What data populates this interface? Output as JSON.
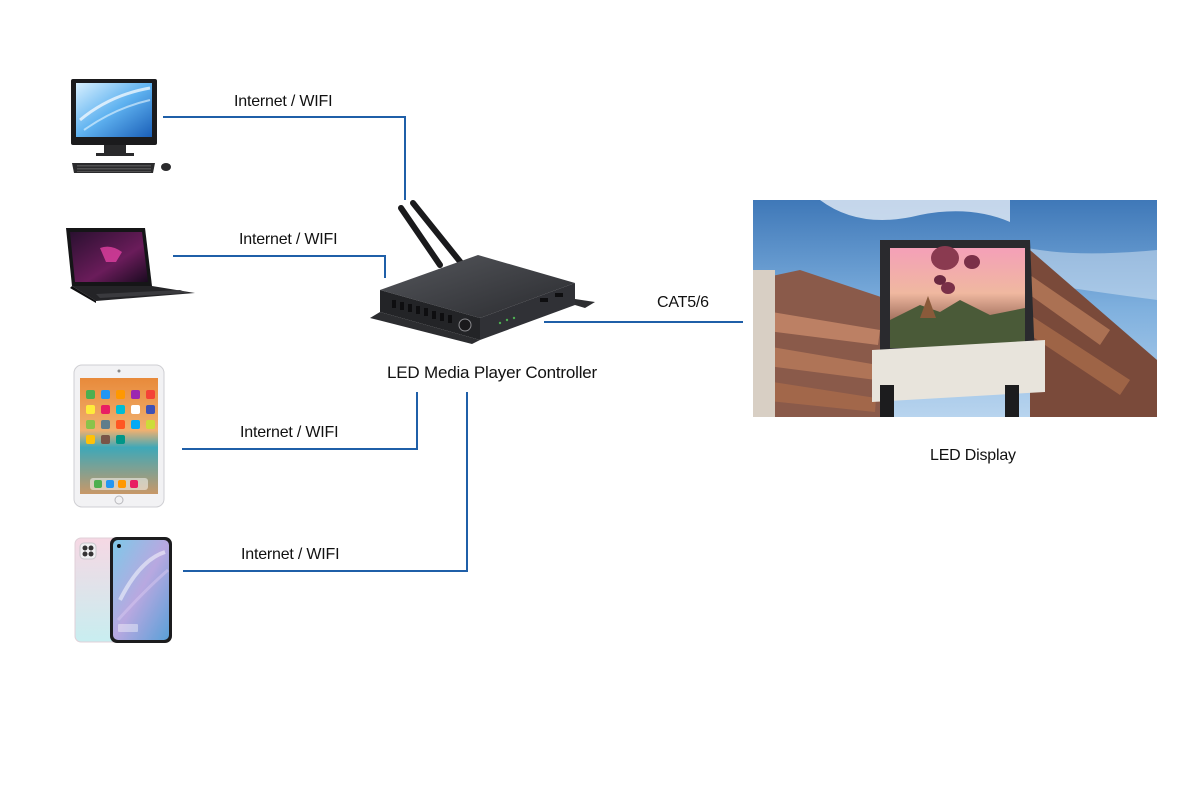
{
  "diagram": {
    "controller_label": "LED Media Player Controller",
    "display_label": "LED Display",
    "connections": [
      {
        "device": "desktop-computer",
        "label": "Internet / WIFI"
      },
      {
        "device": "laptop",
        "label": "Internet / WIFI"
      },
      {
        "device": "tablet",
        "label": "Internet / WIFI"
      },
      {
        "device": "smartphone",
        "label": "Internet / WIFI"
      }
    ],
    "display_link_label": "CAT5/6"
  },
  "colors": {
    "connector_line": "#1f5fa8",
    "device_dark": "#1c1c1e",
    "sky": "#5a8ec8"
  }
}
